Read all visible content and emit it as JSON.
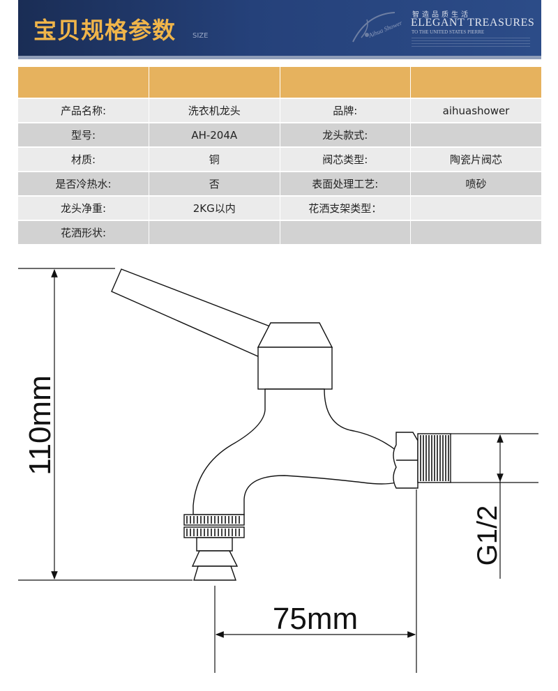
{
  "banner": {
    "title": "宝贝规格参数",
    "subtitle": "SIZE",
    "brand_cn": "智造品质生活",
    "brand_en": "ELEGANT TREASURES",
    "brand_en_sub": "TO THE UNITED STATES PIERRE",
    "logo_text": "Aihua Shower"
  },
  "spec_table": {
    "rows": [
      [
        "产品名称:",
        "洗衣机龙头",
        "品牌:",
        "aihuashower"
      ],
      [
        "型号:",
        "AH-204A",
        "龙头款式:",
        ""
      ],
      [
        "材质:",
        "铜",
        "阀芯类型:",
        "陶瓷片阀芯"
      ],
      [
        "是否冷热水:",
        "否",
        "表面处理工艺:",
        "喷砂"
      ],
      [
        "龙头净重:",
        "2KG以内",
        "花洒支架类型：",
        ""
      ],
      [
        "花洒形状:",
        "",
        "",
        ""
      ]
    ]
  },
  "diagram": {
    "height_label": "110mm",
    "width_label": "75mm",
    "thread_label": "G1/2"
  }
}
